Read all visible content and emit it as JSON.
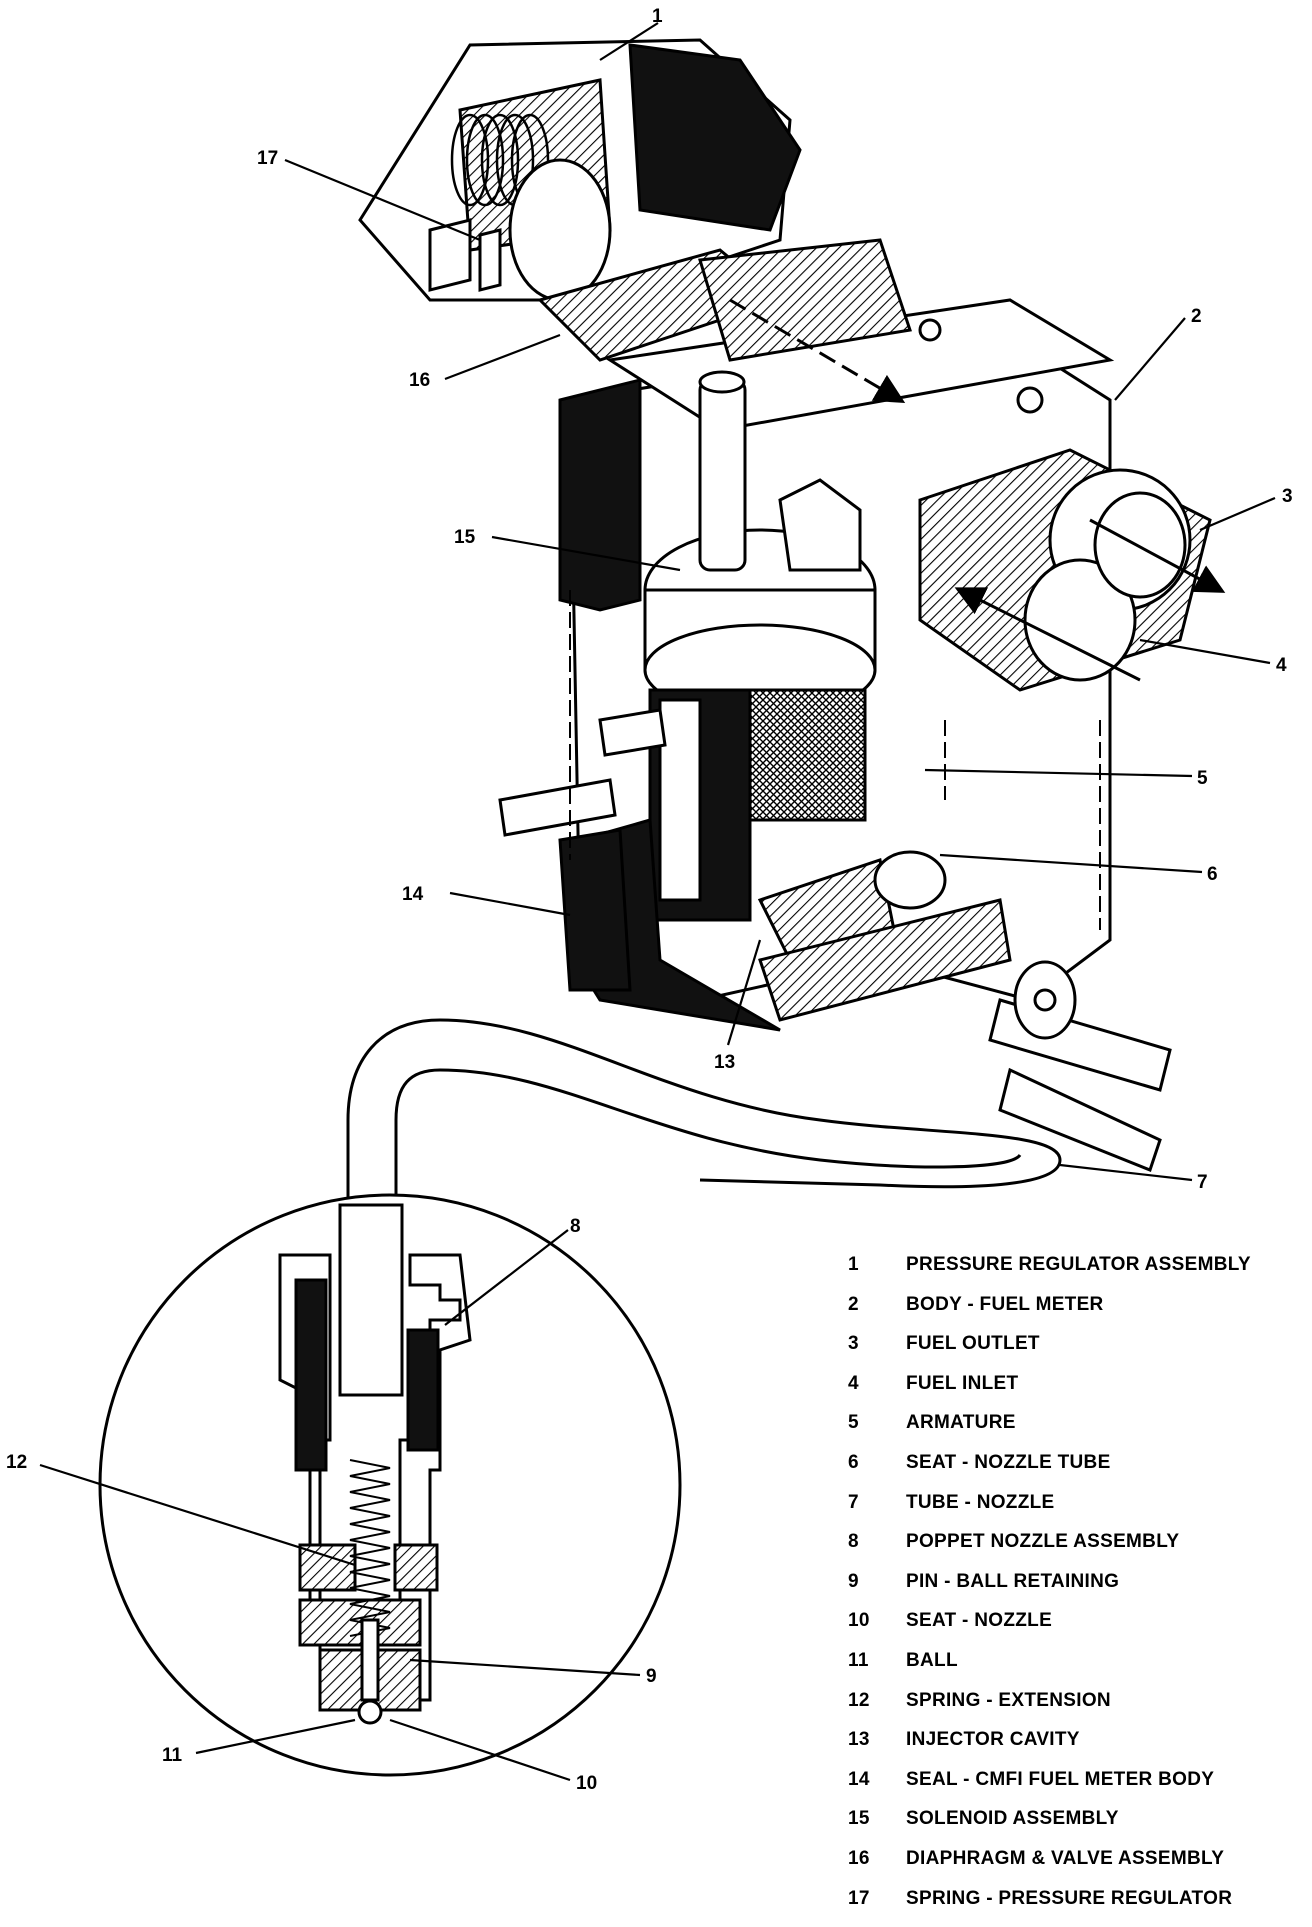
{
  "callouts": [
    "1",
    "2",
    "3",
    "4",
    "5",
    "6",
    "7",
    "8",
    "9",
    "10",
    "11",
    "12",
    "13",
    "14",
    "15",
    "16",
    "17"
  ],
  "legend": [
    {
      "num": "1",
      "label": "PRESSURE REGULATOR ASSEMBLY"
    },
    {
      "num": "2",
      "label": "BODY - FUEL METER"
    },
    {
      "num": "3",
      "label": "FUEL OUTLET"
    },
    {
      "num": "4",
      "label": "FUEL INLET"
    },
    {
      "num": "5",
      "label": "ARMATURE"
    },
    {
      "num": "6",
      "label": "SEAT - NOZZLE TUBE"
    },
    {
      "num": "7",
      "label": "TUBE - NOZZLE"
    },
    {
      "num": "8",
      "label": "POPPET NOZZLE ASSEMBLY"
    },
    {
      "num": "9",
      "label": "PIN - BALL RETAINING"
    },
    {
      "num": "10",
      "label": "SEAT - NOZZLE"
    },
    {
      "num": "11",
      "label": "BALL"
    },
    {
      "num": "12",
      "label": "SPRING - EXTENSION"
    },
    {
      "num": "13",
      "label": "INJECTOR CAVITY"
    },
    {
      "num": "14",
      "label": "SEAL - CMFI FUEL METER BODY"
    },
    {
      "num": "15",
      "label": "SOLENOID ASSEMBLY"
    },
    {
      "num": "16",
      "label": "DIAPHRAGM & VALVE ASSEMBLY"
    },
    {
      "num": "17",
      "label": "SPRING - PRESSURE REGULATOR"
    }
  ]
}
